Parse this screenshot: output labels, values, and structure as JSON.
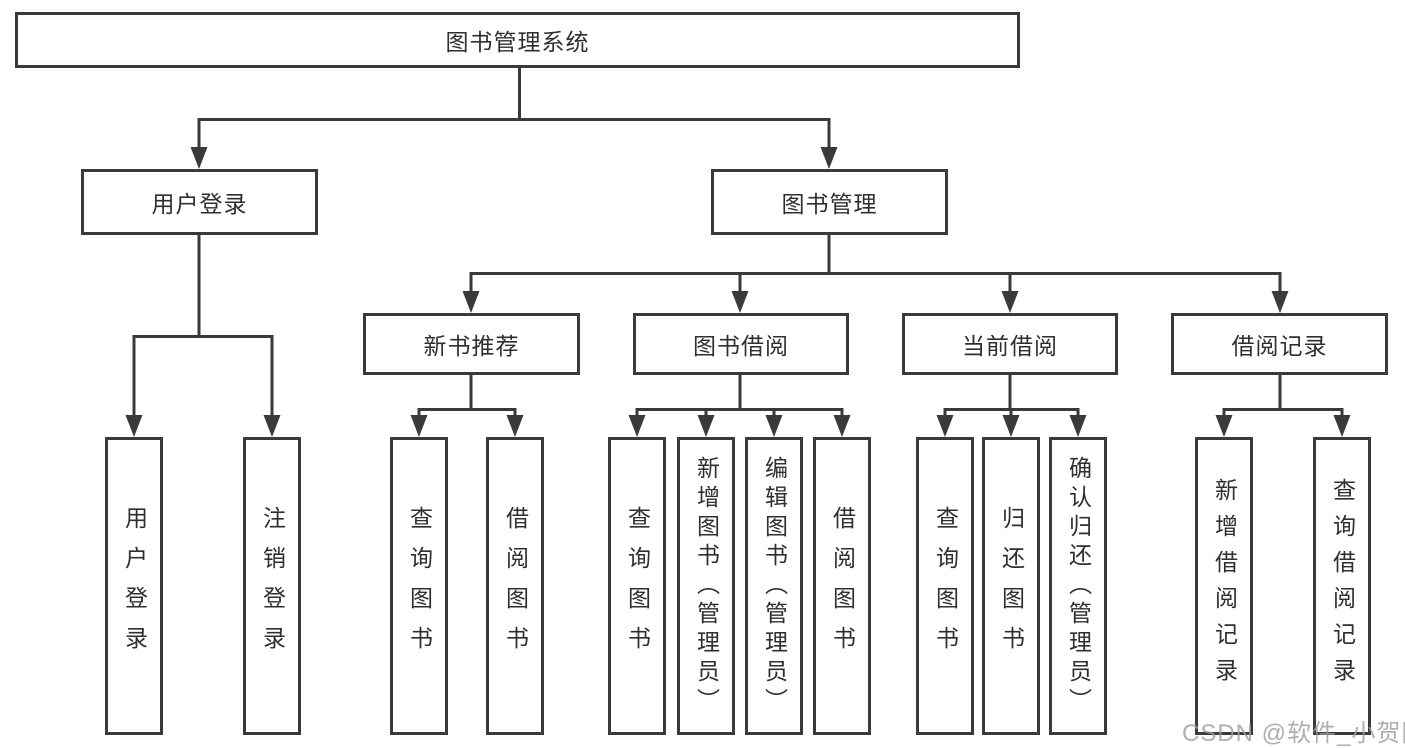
{
  "diagram": {
    "type": "hierarchy-tree",
    "title": "图书管理系统",
    "level2": [
      {
        "label": "用户登录",
        "parent": "图书管理系统"
      },
      {
        "label": "图书管理",
        "parent": "图书管理系统"
      }
    ],
    "level3": [
      {
        "label": "新书推荐",
        "parent": "图书管理"
      },
      {
        "label": "图书借阅",
        "parent": "图书管理"
      },
      {
        "label": "当前借阅",
        "parent": "图书管理"
      },
      {
        "label": "借阅记录",
        "parent": "图书管理"
      }
    ],
    "leaves": [
      {
        "label": "用户登录",
        "parent": "用户登录"
      },
      {
        "label": "注销登录",
        "parent": "用户登录"
      },
      {
        "label": "查询图书",
        "parent": "新书推荐"
      },
      {
        "label": "借阅图书",
        "parent": "新书推荐"
      },
      {
        "label": "查询图书",
        "parent": "图书借阅"
      },
      {
        "label": "新增图书（管理员）",
        "parent": "图书借阅"
      },
      {
        "label": "编辑图书（管理员）",
        "parent": "图书借阅"
      },
      {
        "label": "借阅图书",
        "parent": "图书借阅"
      },
      {
        "label": "查询图书",
        "parent": "当前借阅"
      },
      {
        "label": "归还图书",
        "parent": "当前借阅"
      },
      {
        "label": "确认归还（管理员）",
        "parent": "当前借阅"
      },
      {
        "label": "新增借阅记录",
        "parent": "借阅记录"
      },
      {
        "label": "查询借阅记录",
        "parent": "借阅记录"
      }
    ]
  },
  "watermark": "CSDN @软件_小贺同学",
  "colors": {
    "line": "#3a3a3a",
    "text": "#2f2f2f",
    "watermark": "#9e9e9e",
    "background": "#ffffff"
  }
}
